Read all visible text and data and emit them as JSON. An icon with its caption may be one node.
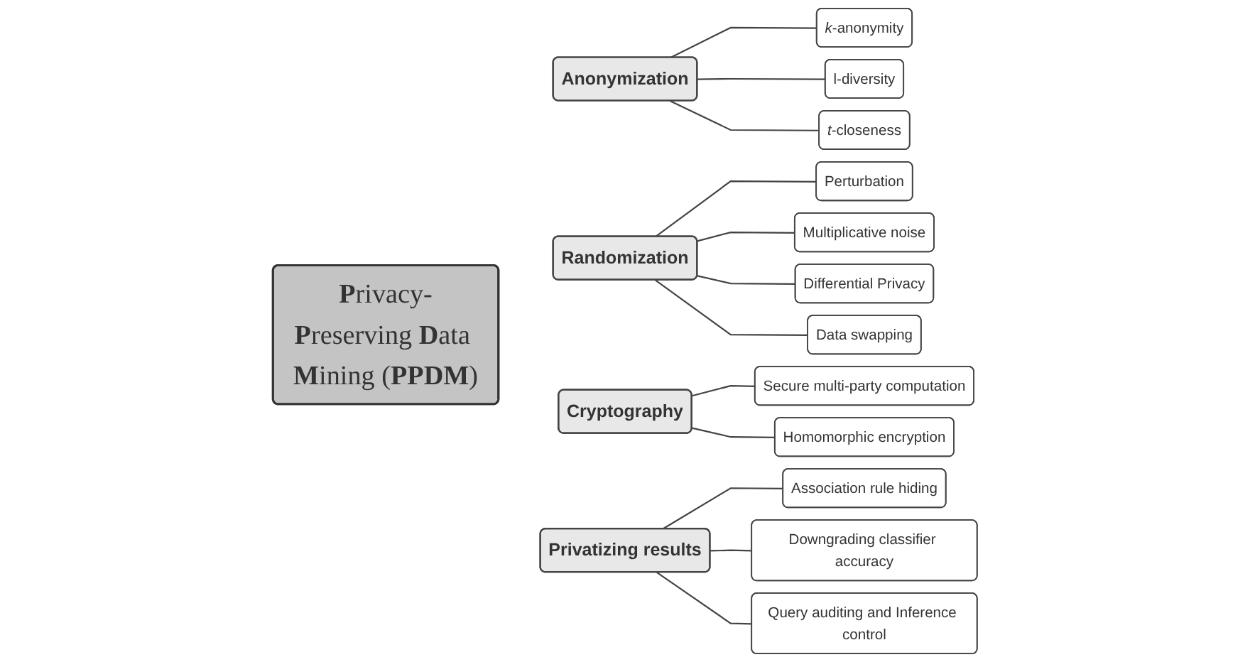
{
  "diagram": {
    "nodes": [
      {
        "text": [
          "**P**rivacy-**P**reserving **D**ata **M**ining (**PPDM**)"
        ]
      },
      {
        "text": [
          "Anonymization"
        ]
      },
      {
        "text": [
          "*k*-anonymity"
        ]
      },
      {
        "text": [
          "l-diversity"
        ]
      },
      {
        "text": [
          "*t*-closeness"
        ]
      },
      {
        "text": [
          "Randomization"
        ]
      },
      {
        "text": [
          "Perturbation"
        ]
      },
      {
        "text": [
          "Multiplicative noise"
        ]
      },
      {
        "text": [
          "Differential Privacy"
        ]
      },
      {
        "text": [
          "Data swapping"
        ]
      },
      {
        "text": [
          "Cryptography"
        ]
      },
      {
        "text": [
          "Secure multi-party computation"
        ]
      },
      {
        "text": [
          "Homomorphic encryption"
        ]
      },
      {
        "text": [
          "Privatizing results"
        ]
      },
      {
        "text": [
          "Association rule hiding"
        ]
      },
      {
        "text": [
          "Downgrading classifier accuracy"
        ]
      },
      {
        "text": [
          "Query auditing and Inference control"
        ]
      }
    ],
    "edges": [
      {
        "from": 1,
        "to": 2,
        "arrow": "none"
      },
      {
        "from": 1,
        "to": 3,
        "arrow": "none"
      },
      {
        "from": 1,
        "to": 4,
        "arrow": "none"
      },
      {
        "from": 5,
        "to": 6,
        "arrow": "none"
      },
      {
        "from": 5,
        "to": 7,
        "arrow": "none"
      },
      {
        "from": 5,
        "to": 8,
        "arrow": "none"
      },
      {
        "from": 5,
        "to": 9,
        "arrow": "none"
      },
      {
        "from": 10,
        "to": 11,
        "arrow": "none"
      },
      {
        "from": 10,
        "to": 12,
        "arrow": "none"
      },
      {
        "from": 13,
        "to": 14,
        "arrow": "none"
      },
      {
        "from": 13,
        "to": 15,
        "arrow": "none"
      },
      {
        "from": 13,
        "to": 16,
        "arrow": "none"
      }
    ]
  }
}
